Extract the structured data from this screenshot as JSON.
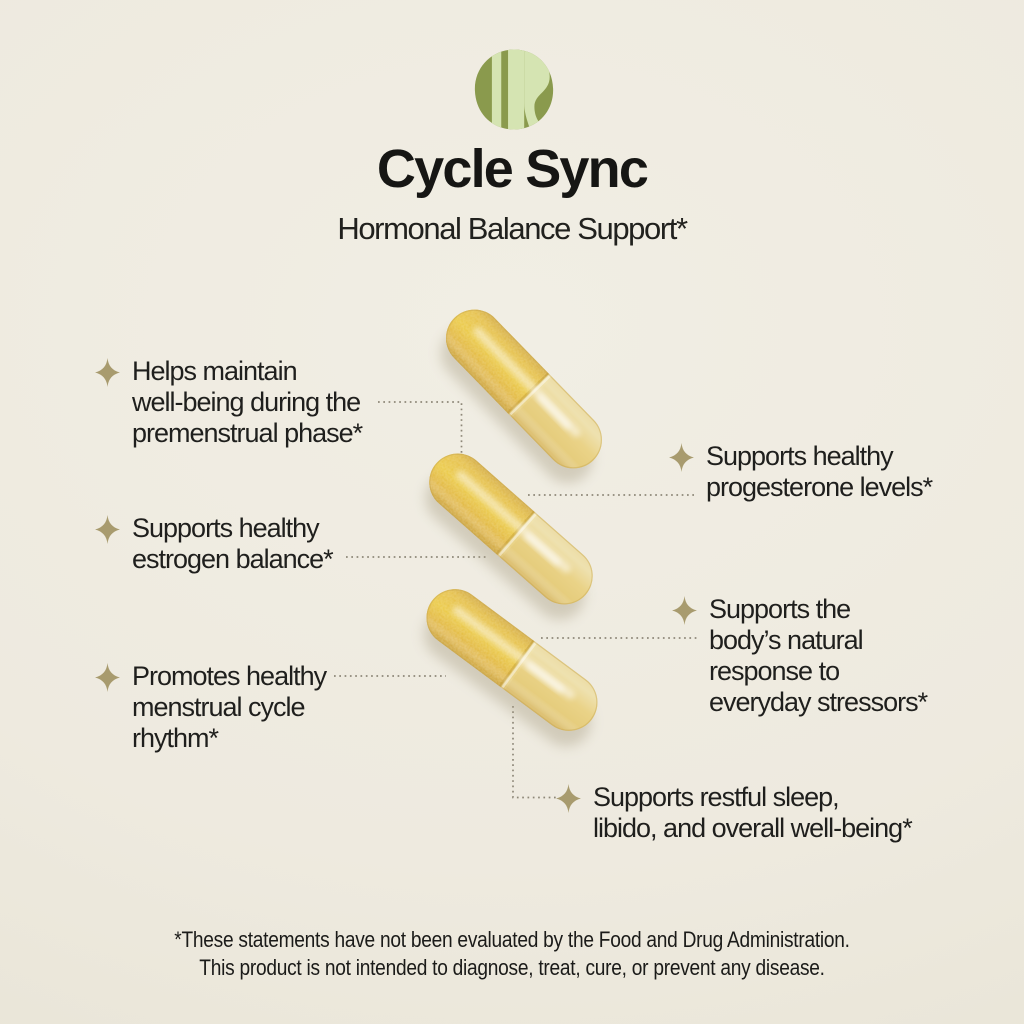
{
  "colors": {
    "background": "#EEEADF",
    "text": "#1F1F1D",
    "sparkle": "#A89B6E",
    "connector_line": "#8D8778",
    "logo_olive": "#8A9A4D",
    "logo_light_green": "#D5E4B2",
    "capsule_powder_yellow": "#E8C83E",
    "capsule_shell_yellow": "#E7D294"
  },
  "icons": {
    "sparkle": "✦",
    "logo": "leaf-mark"
  },
  "header": {
    "title": "Cycle Sync",
    "subtitle": "Hormonal Balance Support*"
  },
  "callouts": [
    {
      "id": "premenstrual",
      "side": "left",
      "text": "Helps maintain\nwell-being during the\npremenstrual phase*"
    },
    {
      "id": "estrogen",
      "side": "left",
      "text": "Supports healthy\nestrogen balance*"
    },
    {
      "id": "rhythm",
      "side": "left",
      "text": "Promotes healthy\nmenstrual cycle\nrhythm*"
    },
    {
      "id": "progesterone",
      "side": "right",
      "text": "Supports healthy\nprogesterone levels*"
    },
    {
      "id": "stress",
      "side": "right",
      "text": "Supports the\nbody’s natural\nresponse to\neveryday stressors*"
    },
    {
      "id": "sleep",
      "side": "bottom",
      "text": "Supports restful sleep,\nlibido, and overall well-being*"
    }
  ],
  "footer": {
    "line1": "*These statements have not been evaluated by the Food and Drug Administration.",
    "line2": "This product is not intended to diagnose, treat, cure, or prevent any disease."
  }
}
